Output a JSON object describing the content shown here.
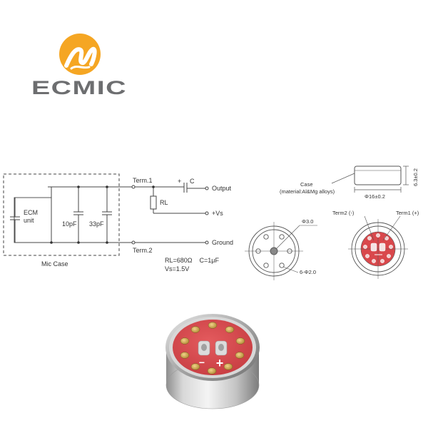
{
  "logo": {
    "brand_text": "ECMIC",
    "colors": {
      "orange": "#f5a623",
      "gray": "#6d6e70"
    }
  },
  "circuit": {
    "labels": {
      "ecm_line1": "ECM",
      "ecm_line2": "unit",
      "cap_10": "10pF",
      "cap_33": "33pF",
      "mic_case": "Mic Case",
      "term1": "Term.1",
      "term2": "Term.2",
      "rl": "RL",
      "plus": "+",
      "c": "C",
      "output": "Output",
      "vs": "+Vs",
      "ground": "Ground",
      "spec1": "RL=680Ω    C=1μF",
      "spec2": "Vs=1.5V"
    }
  },
  "dimensions": {
    "case_line1": "Case",
    "case_line2": "(material:Al&Mg alloys)",
    "diameter": "Φ16±0.2",
    "height": "6.3±0.2",
    "hole_center": "Φ3.0",
    "holes": "6-Φ2.0",
    "term2": "Term2 (-)",
    "term1": "Term1 (+)"
  },
  "photo": {
    "minus": "−",
    "plus": "+",
    "colors": {
      "pcb": "#d9484c",
      "metal": "#c9c9c9",
      "gold": "#c9a044"
    }
  }
}
